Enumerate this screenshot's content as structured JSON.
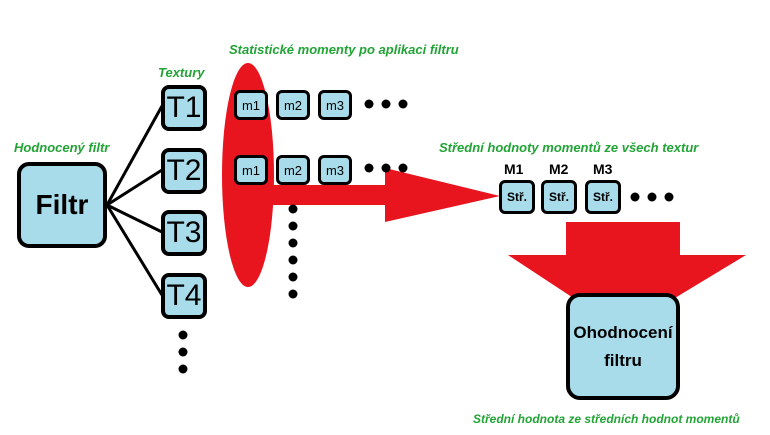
{
  "colors": {
    "box_fill": "#a8dcea",
    "accent_red": "#e8141e",
    "label_green": "#22a336",
    "outline": "#000000"
  },
  "filter_label": "Hodnocený filtr",
  "filter_box": "Filtr",
  "textures_label": "Textury",
  "textures": [
    "T1",
    "T2",
    "T3",
    "T4"
  ],
  "moments_label": "Statistické momenty po aplikaci filtru",
  "moments": [
    "m1",
    "m2",
    "m3"
  ],
  "means_label": "Střední hodnoty momentů ze všech textur",
  "mean_headers": [
    "M1",
    "M2",
    "M3"
  ],
  "mean_cell": "Stř.",
  "result_line1": "Ohodnocení",
  "result_line2": "filtru",
  "result_label": "Střední hodnota ze středních hodnot momentů"
}
